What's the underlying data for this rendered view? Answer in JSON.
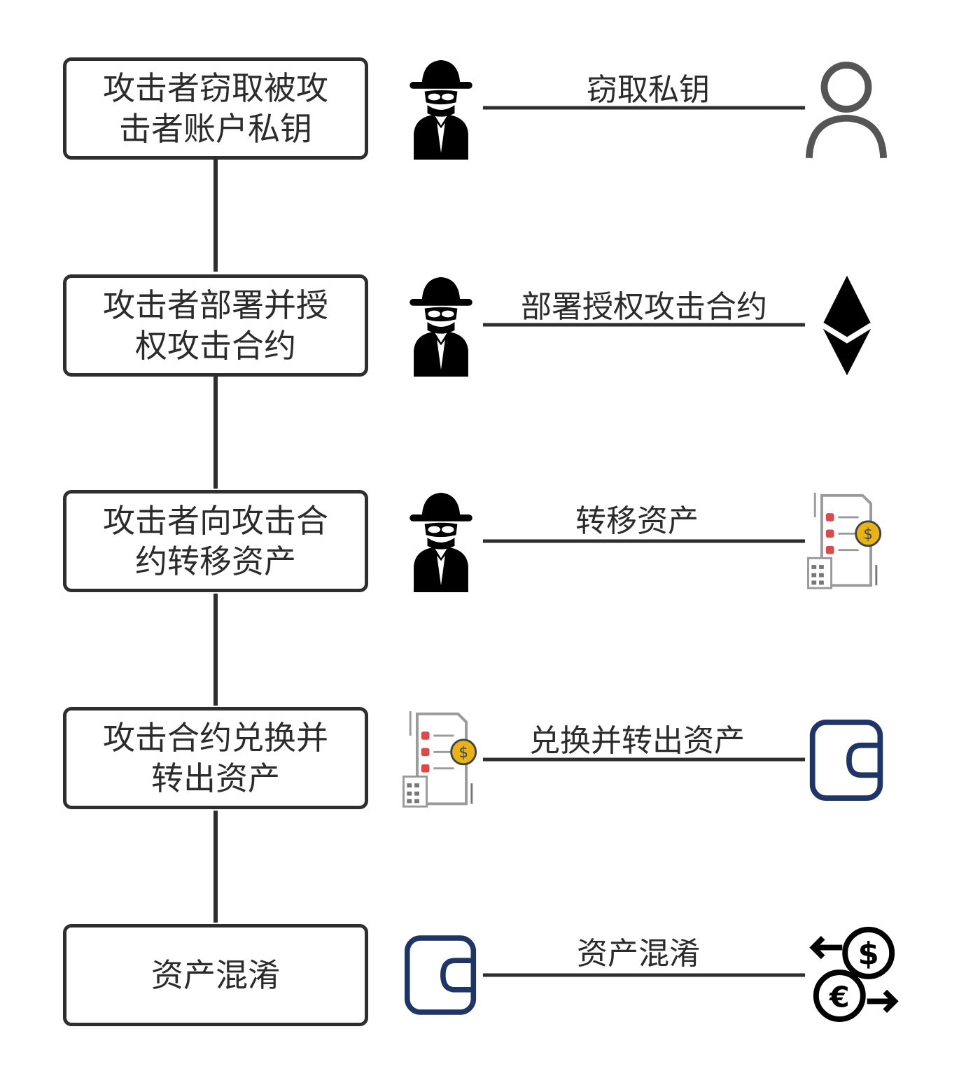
{
  "steps": [
    {
      "label": "攻击者窃取被攻击者账户私钥"
    },
    {
      "label": "攻击者部署并授权攻击合约"
    },
    {
      "label": "攻击者向攻击合约转移资产"
    },
    {
      "label": "攻击合约兑换并转出资产"
    },
    {
      "label": "资产混淆"
    }
  ],
  "interactions": [
    {
      "label": "窃取私钥",
      "from_icon": "hacker-icon",
      "to_icon": "user-icon",
      "direction": "both"
    },
    {
      "label": "部署授权攻击合约",
      "from_icon": "hacker-icon",
      "to_icon": "ethereum-icon",
      "direction": "forward"
    },
    {
      "label": "转移资产",
      "from_icon": "hacker-icon",
      "to_icon": "contract-document-icon",
      "direction": "forward"
    },
    {
      "label": "兑换并转出资产",
      "from_icon": "contract-document-icon",
      "to_icon": "wallet-icon",
      "direction": "forward"
    },
    {
      "label": "资产混淆",
      "from_icon": "wallet-icon",
      "to_icon": "currency-exchange-icon",
      "direction": "both"
    }
  ],
  "colors": {
    "stroke": "#2e2e2e",
    "text": "#2b2b2b",
    "wallet": "#1f3566",
    "coin": "#e8b21a",
    "doc_red": "#d94a4a"
  }
}
